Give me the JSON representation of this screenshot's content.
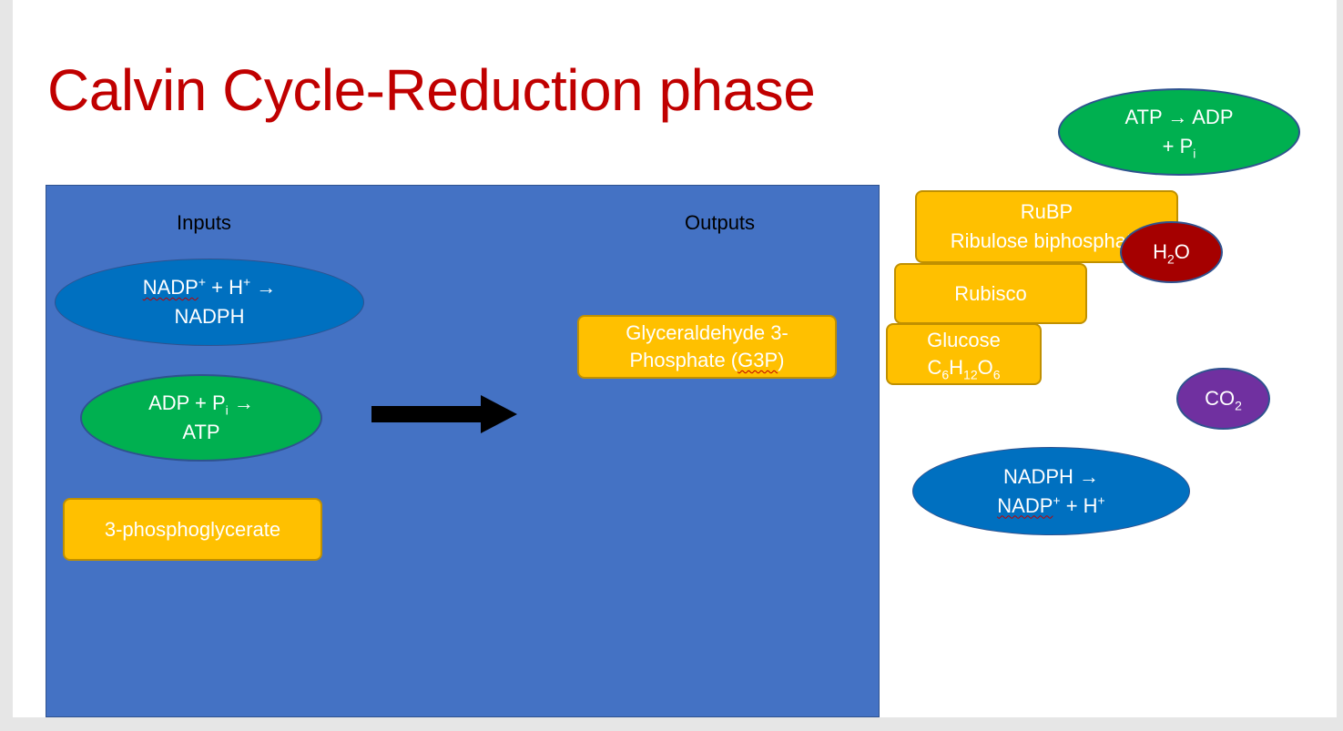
{
  "title": "Calvin Cycle-Reduction phase",
  "panel": {
    "inputs_label": "Inputs",
    "outputs_label": "Outputs"
  },
  "inputs": {
    "nadp": {
      "nadp": "NADP",
      "plus_sup": "+",
      "plus_h": " + H",
      "h_sup": "+",
      "arrow": " →",
      "product": "NADPH"
    },
    "adp": {
      "lead": "ADP + P",
      "i_sub": "i",
      "arrow": " →",
      "product": "ATP"
    },
    "pga": "3-phosphoglycerate"
  },
  "outputs": {
    "g3p_line1": "Glyceraldehyde 3-",
    "g3p_line2_pre": "Phosphate (",
    "g3p_abbrev": "G3P",
    "g3p_line2_post": ")"
  },
  "side": {
    "atp": {
      "line1": "ATP → ADP",
      "line2": "+ P",
      "i_sub": "i"
    },
    "rubp": {
      "line1": "RuBP",
      "line2": "Ribulose biphosphate"
    },
    "h2o": {
      "h": "H",
      "two": "2",
      "o": "O"
    },
    "rubisco": "Rubisco",
    "glucose": {
      "line1": "Glucose",
      "c": "C",
      "c_sub": "6",
      "h": "H",
      "h_sub": "12",
      "o": "O",
      "o_sub": "6"
    },
    "co2": {
      "co": "CO",
      "two": "2"
    },
    "nadph": {
      "line1": "NADPH →",
      "nadp": "NADP",
      "plus_sup": "+",
      "plus_h": " + H",
      "h_sup": "+"
    }
  },
  "colors": {
    "title": "#c00000",
    "panel": "#4472c4",
    "blue": "#0070c0",
    "green": "#00b050",
    "yellow": "#ffc000",
    "red": "#a50000",
    "purple": "#7030a0"
  }
}
